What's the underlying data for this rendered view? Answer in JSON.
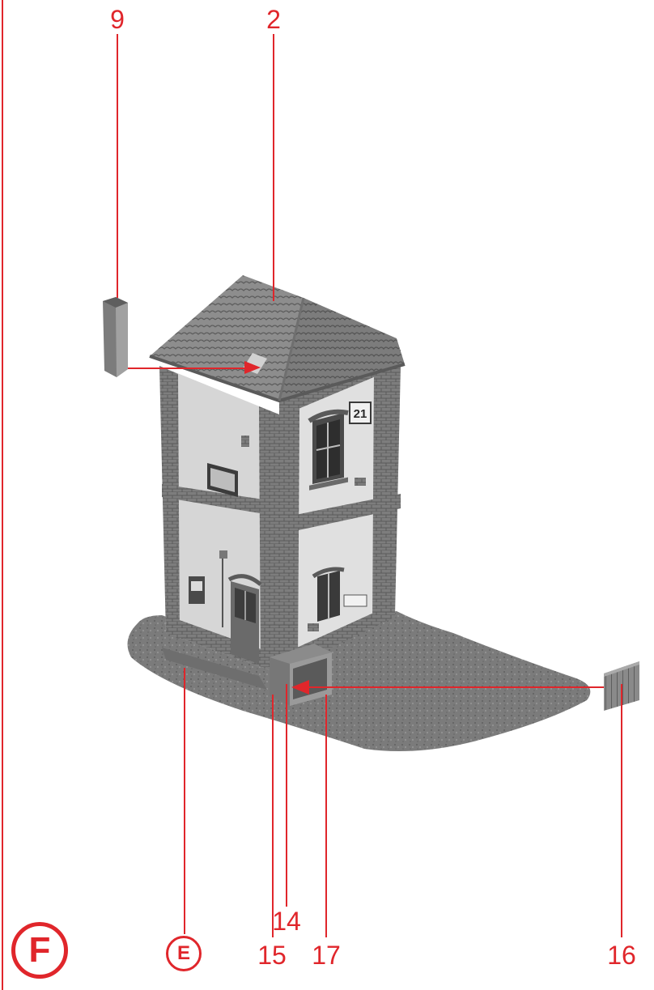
{
  "diagram": {
    "step_letter": "F",
    "sub_step_letter": "E",
    "window_sign_number": "21",
    "callouts": {
      "part_9": "9",
      "part_2": "2",
      "part_14": "14",
      "part_15": "15",
      "part_17": "17",
      "part_16": "16"
    },
    "colors": {
      "callout_red": "#e0262b",
      "model_grey": "#8e8e8e",
      "wall_light": "#d8d8d8",
      "ground_grey": "#7a7a7a"
    }
  }
}
